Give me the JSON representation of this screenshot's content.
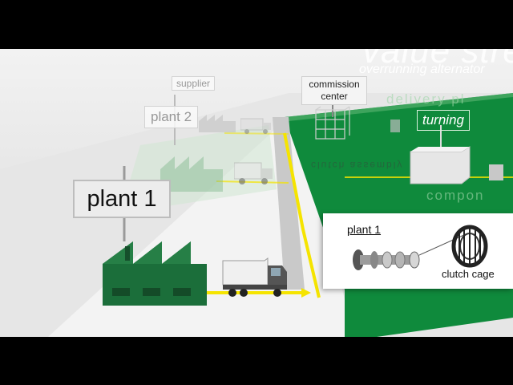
{
  "scene": {
    "title_fragment": "value stre",
    "subtitle": "overrunning alternator",
    "labels": {
      "supplier": "supplier",
      "plant_2": "plant 2",
      "commission_center": "commission center",
      "turning": "turning",
      "plant_1": "plant 1"
    },
    "faded_texts": [
      "delivery pl",
      "clutch assembly",
      "compon"
    ]
  },
  "inset": {
    "title": "plant 1",
    "caption": "clutch cage"
  },
  "colors": {
    "factory_green": "#1b6e3a",
    "zone_green": "#0f8a3c",
    "flow_yellow": "#f5e400",
    "floor_gray": "#e4e4e4"
  },
  "icons": [
    "factory-icon",
    "truck-icon",
    "shelving-rack-icon",
    "shaft-assembly-icon",
    "clutch-cage-icon"
  ]
}
